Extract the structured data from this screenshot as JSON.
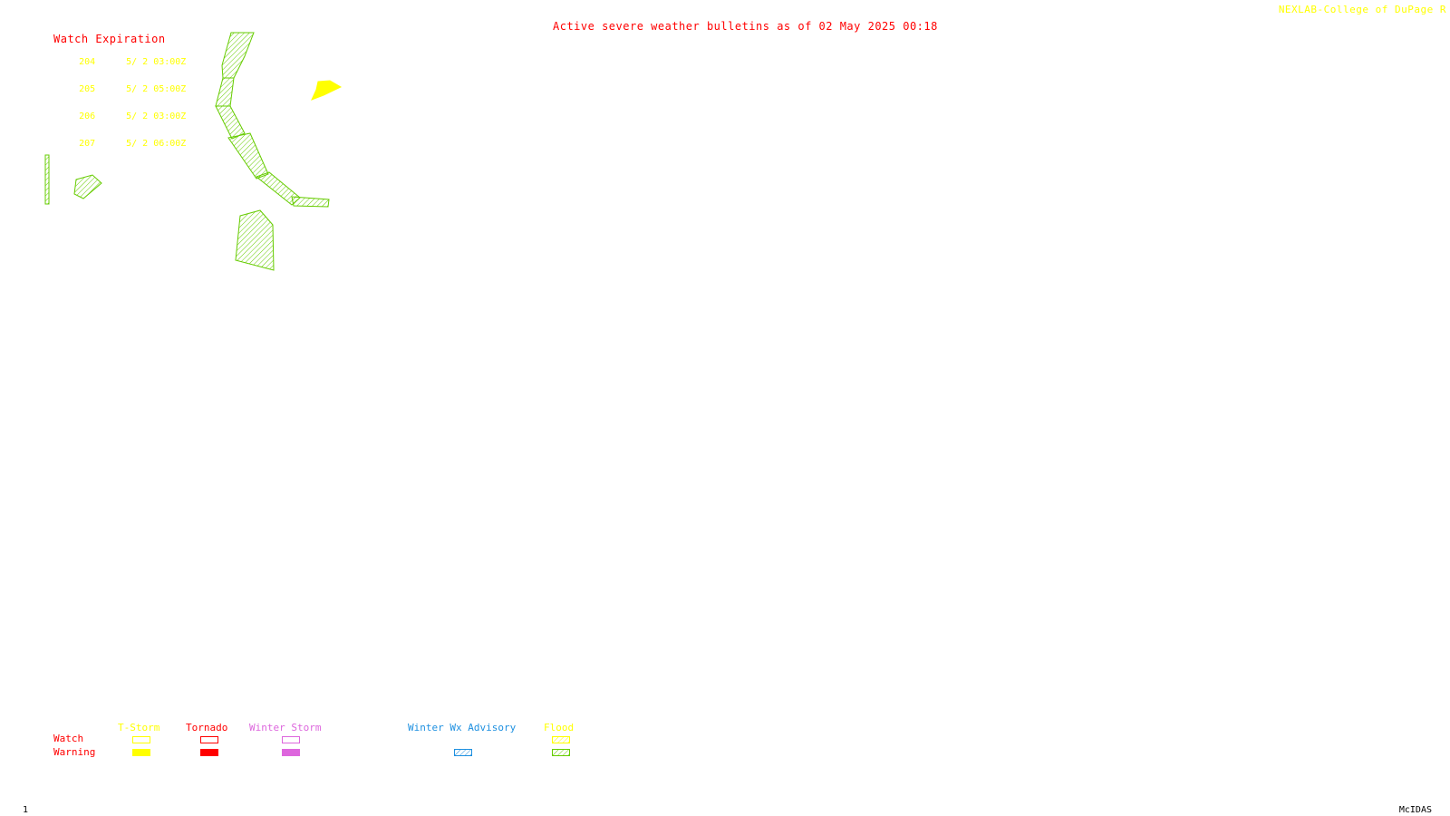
{
  "header": {
    "credit": "NEXLAB-College of DuPage R",
    "title": "Active severe weather bulletins as of 02 May 2025 00:18"
  },
  "watch_expiration": {
    "title": "Watch Expiration",
    "watches": [
      {
        "id": "204",
        "expires": "5/ 2 03:00Z"
      },
      {
        "id": "205",
        "expires": "5/ 2 05:00Z"
      },
      {
        "id": "206",
        "expires": "5/ 2 03:00Z"
      },
      {
        "id": "207",
        "expires": "5/ 2 06:00Z"
      }
    ]
  },
  "legend": {
    "row_labels": {
      "watch": "Watch",
      "warning": "Warning"
    },
    "categories": [
      {
        "name": "T-Storm",
        "color": "#ffff00",
        "watch_style": "outline",
        "warning_style": "solid"
      },
      {
        "name": "Tornado",
        "color": "#ff0000",
        "watch_style": "outline",
        "warning_style": "solid"
      },
      {
        "name": "Winter Storm",
        "color": "#dd66dd",
        "watch_style": "outline",
        "warning_style": "solid"
      },
      {
        "name": "Winter Wx Advisory",
        "color": "#1e90e0",
        "watch_style": "none",
        "warning_style": "hatched"
      },
      {
        "name": "Flood",
        "color": "#ffff00",
        "watch_style": "hatched",
        "warning_style": "hatched",
        "warning_color": "#66cc00"
      }
    ]
  },
  "map": {
    "flood_color": "#66cc00",
    "tstorm_warning_color": "#ffff00"
  },
  "footer": {
    "frame": "1",
    "software": "McIDAS"
  }
}
